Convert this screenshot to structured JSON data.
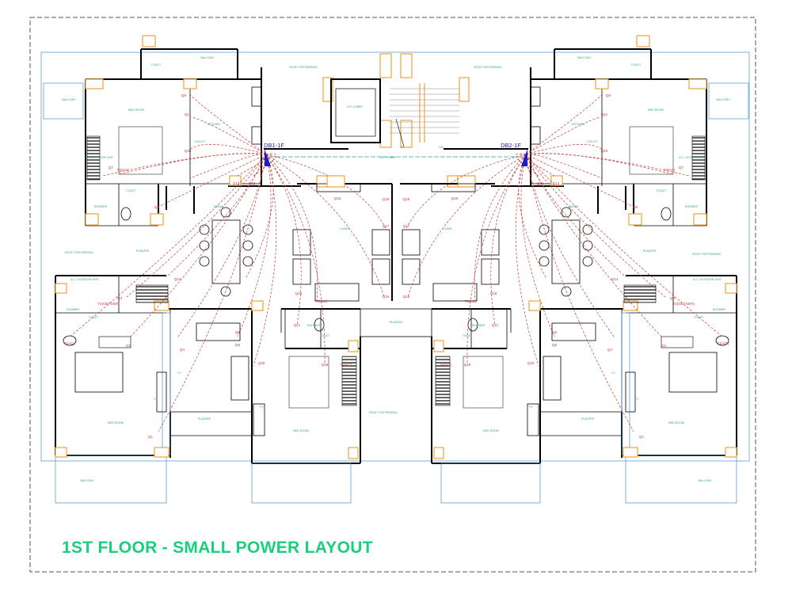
{
  "drawing": {
    "title": "1ST FLOOR - SMALL POWER LAYOUT",
    "colors": {
      "wall": "#000000",
      "column": "#f0a43a",
      "circuit": "#c43c3c",
      "label": "#2fa37a",
      "outline": "#4c8fc9",
      "title": "#17d17a",
      "db": "#1c1cc8"
    },
    "distribution_boards": [
      {
        "id": "DB1-1F"
      },
      {
        "id": "DB2-1F"
      }
    ],
    "center": {
      "lift": "LIFT LOBBY",
      "lobby": "LIFT LOBBY",
      "up": "UP",
      "dn": "DN",
      "planter": "PLANTER"
    },
    "roofs": [
      "ROOF FOR PARKING",
      "ROOF FOR PARKING",
      "ROOF FOR PARKING",
      "ROOF FOR PARKING",
      "ROOF FOR PARKING"
    ],
    "units": [
      {
        "side": "left",
        "rooms": {
          "toilet_top": "TOILET",
          "balcony_top": "BALCONY",
          "balcony_side": "BALCONY",
          "bed1": "BED ROOM",
          "kitchen": "KITCHEN",
          "utility": "UTILITY",
          "ac_unit": "A.C. OUTDOOR UNIT",
          "toilet2": "TOILET",
          "shower": "SHOWER",
          "dining": "DINING",
          "living": "LIVING",
          "planter": "PLANTER",
          "ac_unit2": "A.C. OUTDOOR UNIT",
          "shower2": "SHOWER",
          "toilet3": "TOILET",
          "bed2": "BED ROOM",
          "tv": "T.V",
          "planter2": "PLANTER",
          "balcony_bottom": "BALCONY",
          "bed3": "BED ROOM",
          "tv2": "T.V",
          "toilet4": "TOILET",
          "shower3": "SHOWER",
          "tv3": "T.V"
        },
        "points": [
          "Q8",
          "Q11",
          "Q10",
          "Q7",
          "T3(AC)",
          "Q13",
          "Q12",
          "Q9",
          "Q14",
          "T2(GEYSER)",
          "Q3",
          "T1(AC)",
          "Q2",
          "Q4",
          "Q5",
          "Q6",
          "Q1",
          "Q20",
          "Q15",
          "T5(AC)",
          "Q21",
          "Q16",
          "Q18",
          "Q17",
          "Q16",
          "T4(AC)",
          "Q19"
        ]
      },
      {
        "side": "right",
        "rooms": {
          "toilet_top": "TOILET",
          "balcony_top": "BALCONY",
          "balcony_side": "BALCONY",
          "bed1": "BED ROOM",
          "kitchen": "KITCHEN",
          "utility": "UTILITY",
          "ac_unit": "A.C. OUTDOOR UNIT",
          "toilet2": "TOILET",
          "shower": "SHOWER",
          "dining": "DINING",
          "living": "LIVING",
          "planter": "PLANTER",
          "ac_unit2": "A.C. OUTDOOR UNIT",
          "shower2": "SHOWER",
          "toilet3": "TOILET",
          "bed2": "BED ROOM",
          "tv": "T.V",
          "planter2": "PLANTER",
          "balcony_bottom": "BALCONY",
          "bed3": "BED ROOM",
          "tv2": "T.V",
          "toilet4": "TOILET",
          "shower3": "SHOWER",
          "tv3": "T.V"
        },
        "points": [
          "Q8",
          "Q11",
          "Q10",
          "Q7",
          "T3(AC)",
          "Q13",
          "Q12",
          "Q9",
          "Q14",
          "T2(GEYSER)",
          "Q3",
          "T1(AC)",
          "Q2",
          "Q4",
          "Q5",
          "Q6",
          "Q1",
          "Q20",
          "Q15",
          "T5(AC)",
          "Q21",
          "Q18",
          "Q18",
          "Q17",
          "Q16",
          "T4(AC)",
          "Q19"
        ]
      }
    ]
  }
}
